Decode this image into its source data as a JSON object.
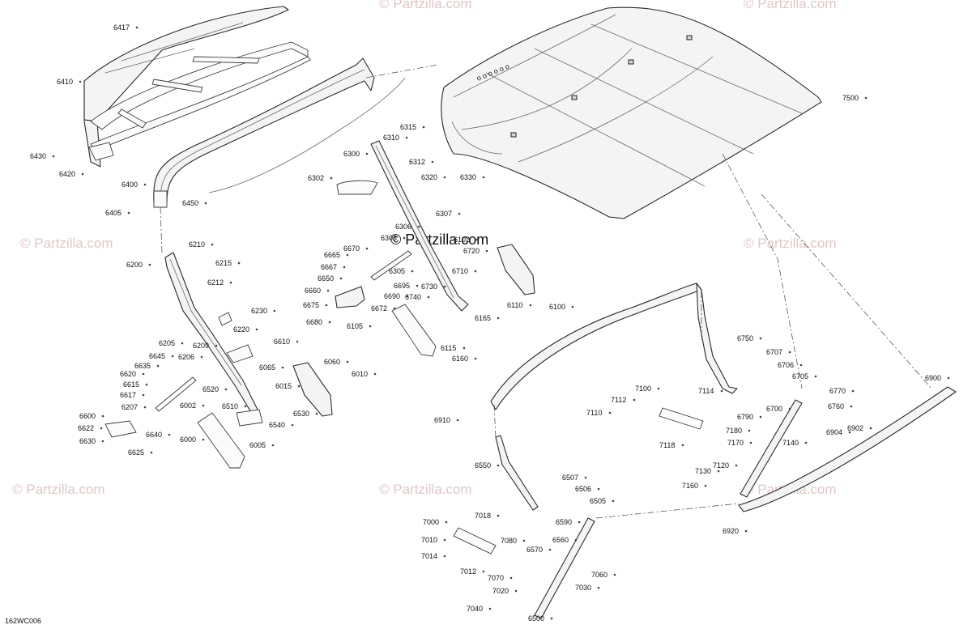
{
  "watermarks": {
    "repeated": "© Partzilla.com",
    "center": "© Partzilla.com"
  },
  "diagram_code": "162WC006",
  "part_labels": [
    "6417",
    "6410",
    "6430",
    "6420",
    "6400",
    "6405",
    "6450",
    "6200",
    "6210",
    "6215",
    "6212",
    "6230",
    "6220",
    "6205",
    "6645",
    "6635",
    "6206",
    "6209",
    "6620",
    "6615",
    "6617",
    "6207",
    "6600",
    "6622",
    "6630",
    "6625",
    "6640",
    "6610",
    "6065",
    "6015",
    "6060",
    "6010",
    "6520",
    "6002",
    "6510",
    "6000",
    "6005",
    "6540",
    "6530",
    "6300",
    "6310",
    "6315",
    "6312",
    "6302",
    "6320",
    "6330",
    "6307",
    "6306",
    "6303",
    "6305",
    "6102",
    "6720",
    "6710",
    "6665",
    "6670",
    "6667",
    "6650",
    "6660",
    "6675",
    "6680",
    "6672",
    "6690",
    "6695",
    "6730",
    "6740",
    "6165",
    "6110",
    "6100",
    "6105",
    "6115",
    "6160",
    "7500",
    "6750",
    "6707",
    "6706",
    "6705",
    "6770",
    "6760",
    "6700",
    "6790",
    "7100",
    "7114",
    "7112",
    "7110",
    "7118",
    "7180",
    "7170",
    "7140",
    "7120",
    "7130",
    "7160",
    "6900",
    "6910",
    "6902",
    "6904",
    "6920",
    "6550",
    "6507",
    "6506",
    "6505",
    "6590",
    "6560",
    "6570",
    "7000",
    "7018",
    "7010",
    "7014",
    "7012",
    "7080",
    "7070",
    "7060",
    "7020",
    "7030",
    "7040",
    "6500"
  ]
}
